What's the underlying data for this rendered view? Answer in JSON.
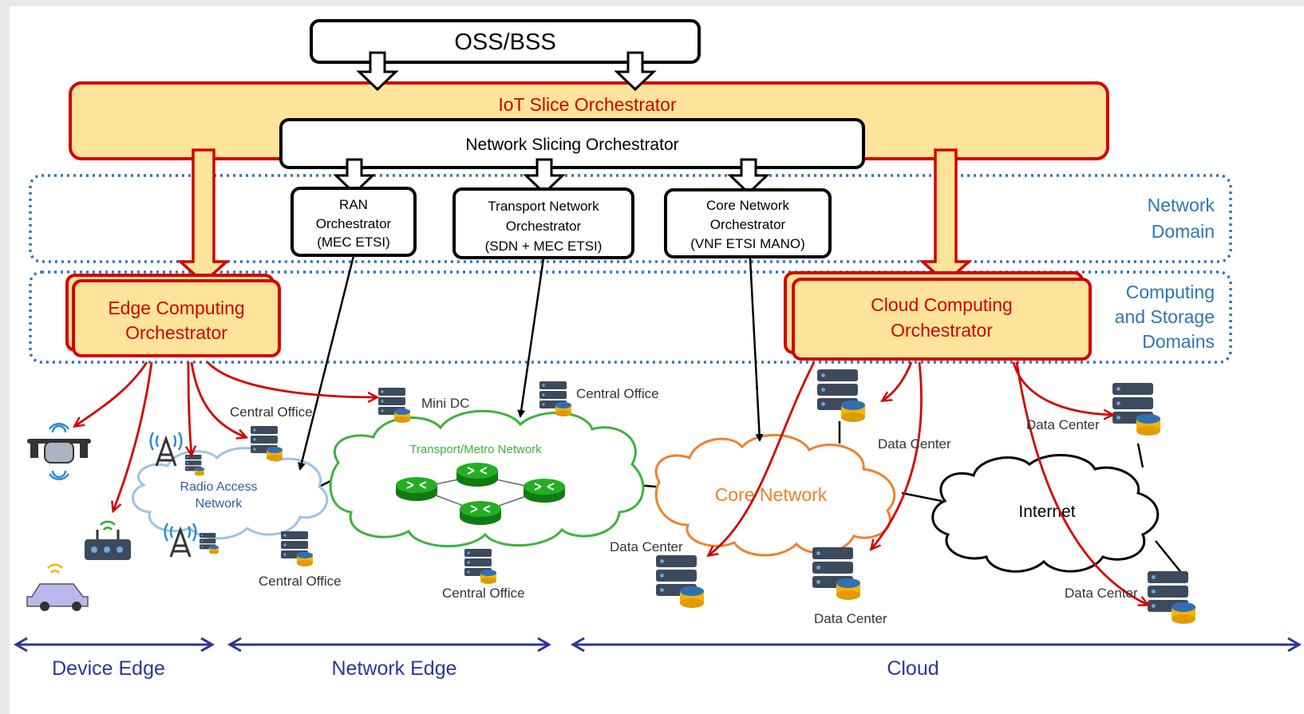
{
  "oss_bss": "OSS/BSS",
  "iot_slice_orchestrator": "IoT Slice Orchestrator",
  "network_slicing_orchestrator": "Network Slicing Orchestrator",
  "ran_orchestrator": [
    "RAN",
    "Orchestrator",
    "(MEC ETSI)"
  ],
  "transport_orchestrator": [
    "Transport Network",
    "Orchestrator",
    "(SDN + MEC ETSI)"
  ],
  "core_orchestrator": [
    "Core Network",
    "Orchestrator",
    "(VNF ETSI MANO)"
  ],
  "network_domain": [
    "Network",
    "Domain"
  ],
  "computing_domain": [
    "Computing",
    "and Storage",
    "Domains"
  ],
  "edge_computing_orchestrator": [
    "Edge Computing",
    "Orchestrator"
  ],
  "cloud_computing_orchestrator": [
    "Cloud Computing",
    "Orchestrator"
  ],
  "clouds": {
    "ran": [
      "Radio Access",
      "Network"
    ],
    "transport": "Transport/Metro Network",
    "core": "Core Network",
    "internet": "Internet"
  },
  "labels": {
    "central_office": "Central Office",
    "mini_dc": "Mini DC",
    "data_center": "Data Center"
  },
  "bottom": {
    "device_edge": "Device Edge",
    "network_edge": "Network Edge",
    "cloud": "Cloud"
  },
  "colors": {
    "orchestrator_fill": "#fde49a",
    "orchestrator_border": "#d40000",
    "domain_border": "#2e75b6",
    "bottom_arrow": "#2f3699",
    "core_cloud": "#f0802c",
    "transport_cloud": "#3cb43c",
    "ran_cloud": "#9dc3e6"
  }
}
